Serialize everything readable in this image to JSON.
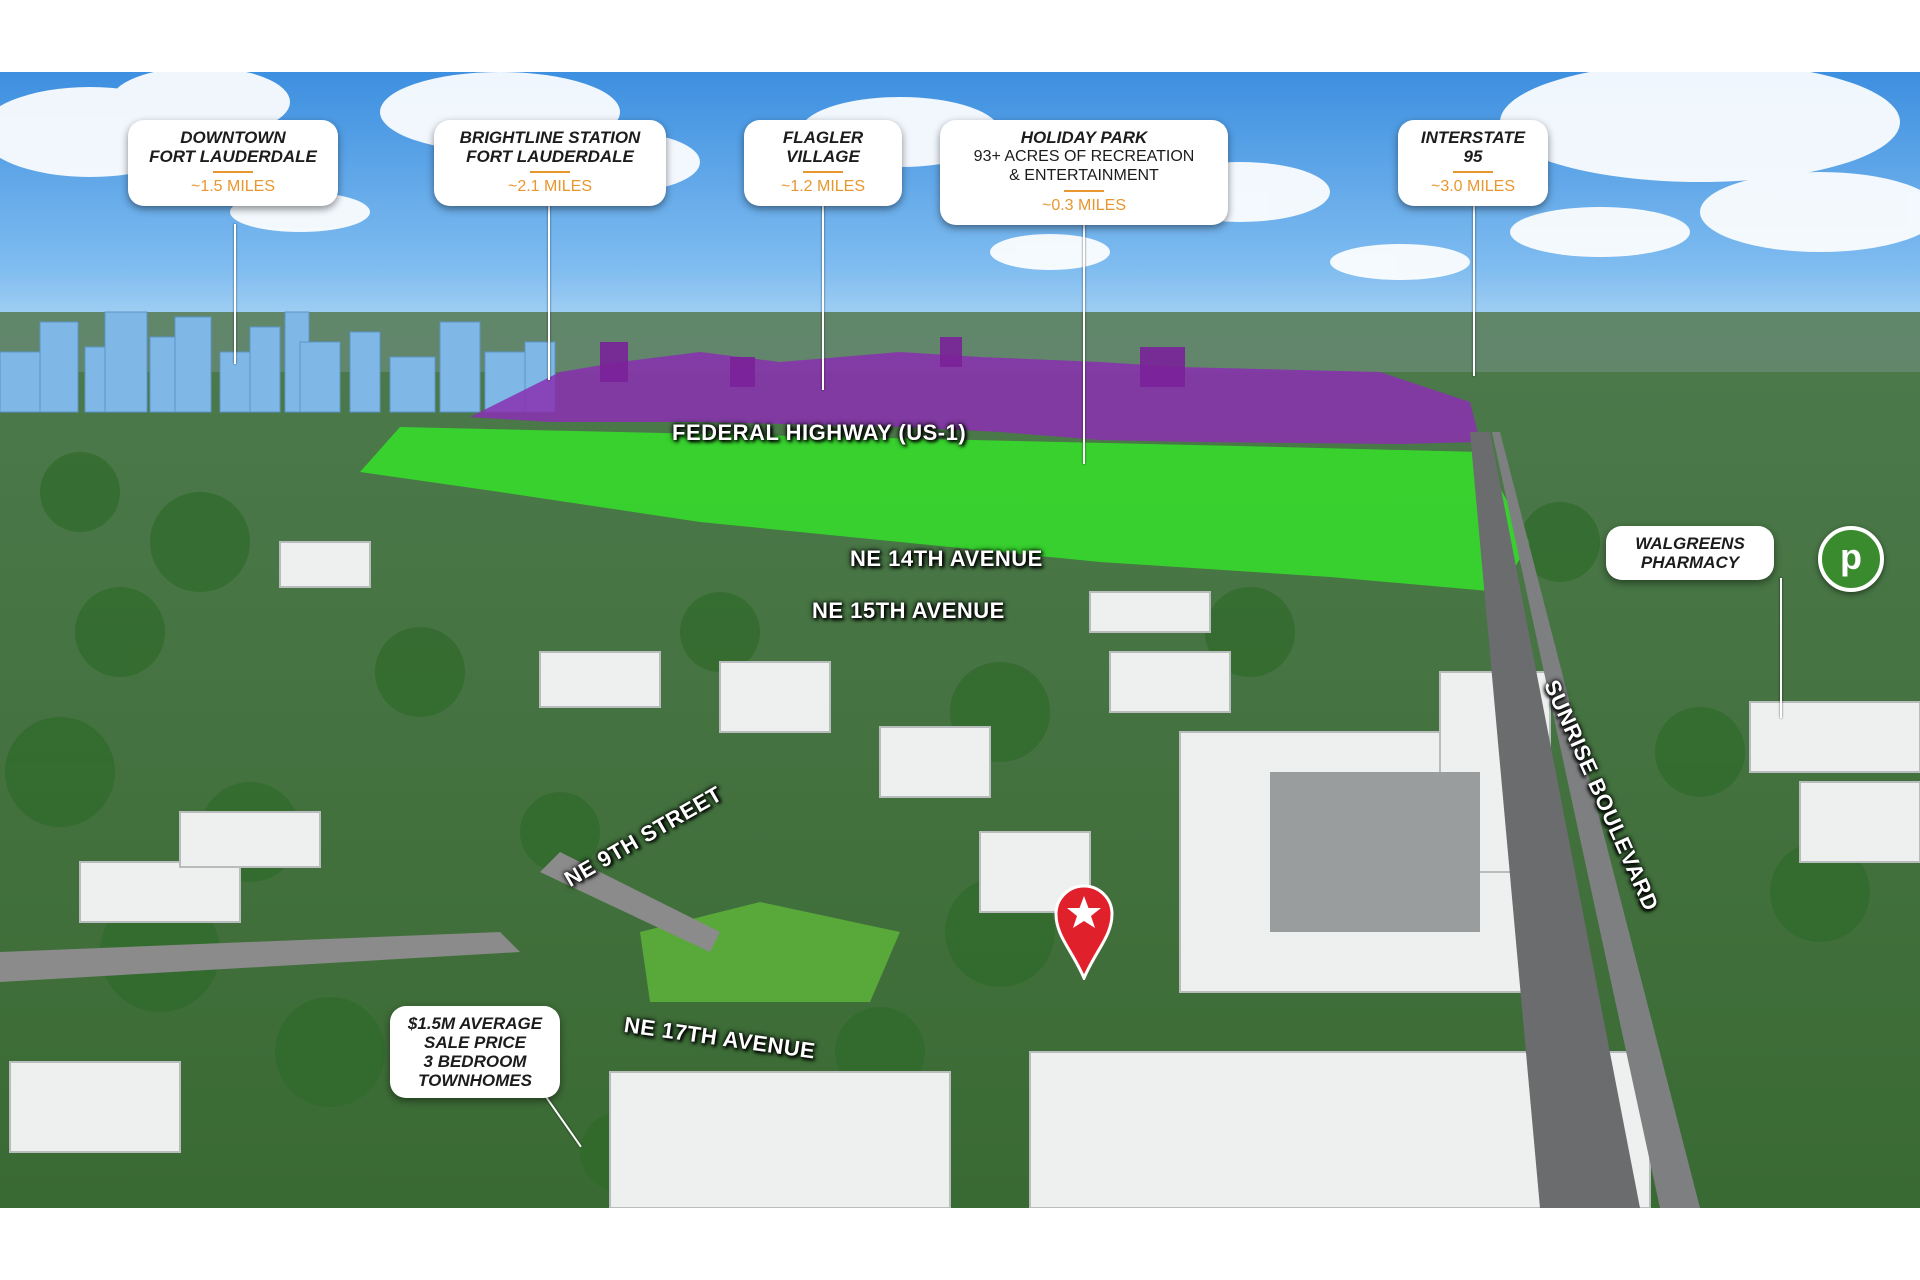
{
  "labels": {
    "downtown": {
      "title": "DOWNTOWN",
      "subtitle": "FORT LAUDERDALE",
      "distance": "~1.5 MILES"
    },
    "brightline": {
      "title": "BRIGHTLINE STATION",
      "subtitle": "FORT LAUDERDALE",
      "distance": "~2.1 MILES"
    },
    "flagler": {
      "title": "FLAGLER",
      "subtitle": "VILLAGE",
      "distance": "~1.2 MILES"
    },
    "holiday_park": {
      "title": "HOLIDAY PARK",
      "line2": "93+ ACRES OF RECREATION",
      "line3": "& ENTERTAINMENT",
      "distance": "~0.3 MILES"
    },
    "interstate": {
      "title": "INTERSTATE",
      "subtitle": "95",
      "distance": "~3.0 MILES"
    },
    "walgreens": {
      "title": "WALGREENS",
      "subtitle": "PHARMACY"
    },
    "townhomes": {
      "line1": "$1.5M AVERAGE",
      "line2": "SALE PRICE",
      "line3": "3 BEDROOM",
      "line4": "TOWNHOMES"
    }
  },
  "streets": {
    "federal_highway": "FEDERAL HIGHWAY (US-1)",
    "ne_14th": "NE 14TH AVENUE",
    "ne_15th": "NE 15TH AVENUE",
    "ne_9th": "NE 9TH STREET",
    "ne_17th": "NE 17TH AVENUE",
    "sunrise": "SUNRISE BOULEVARD"
  },
  "publix_logo": "p",
  "colors": {
    "accent": "#e8962e",
    "highway_overlay": "#8a2fb0",
    "park_overlay": "#35e02a",
    "marker": "#e0202a",
    "publix": "#3a8b2e"
  }
}
